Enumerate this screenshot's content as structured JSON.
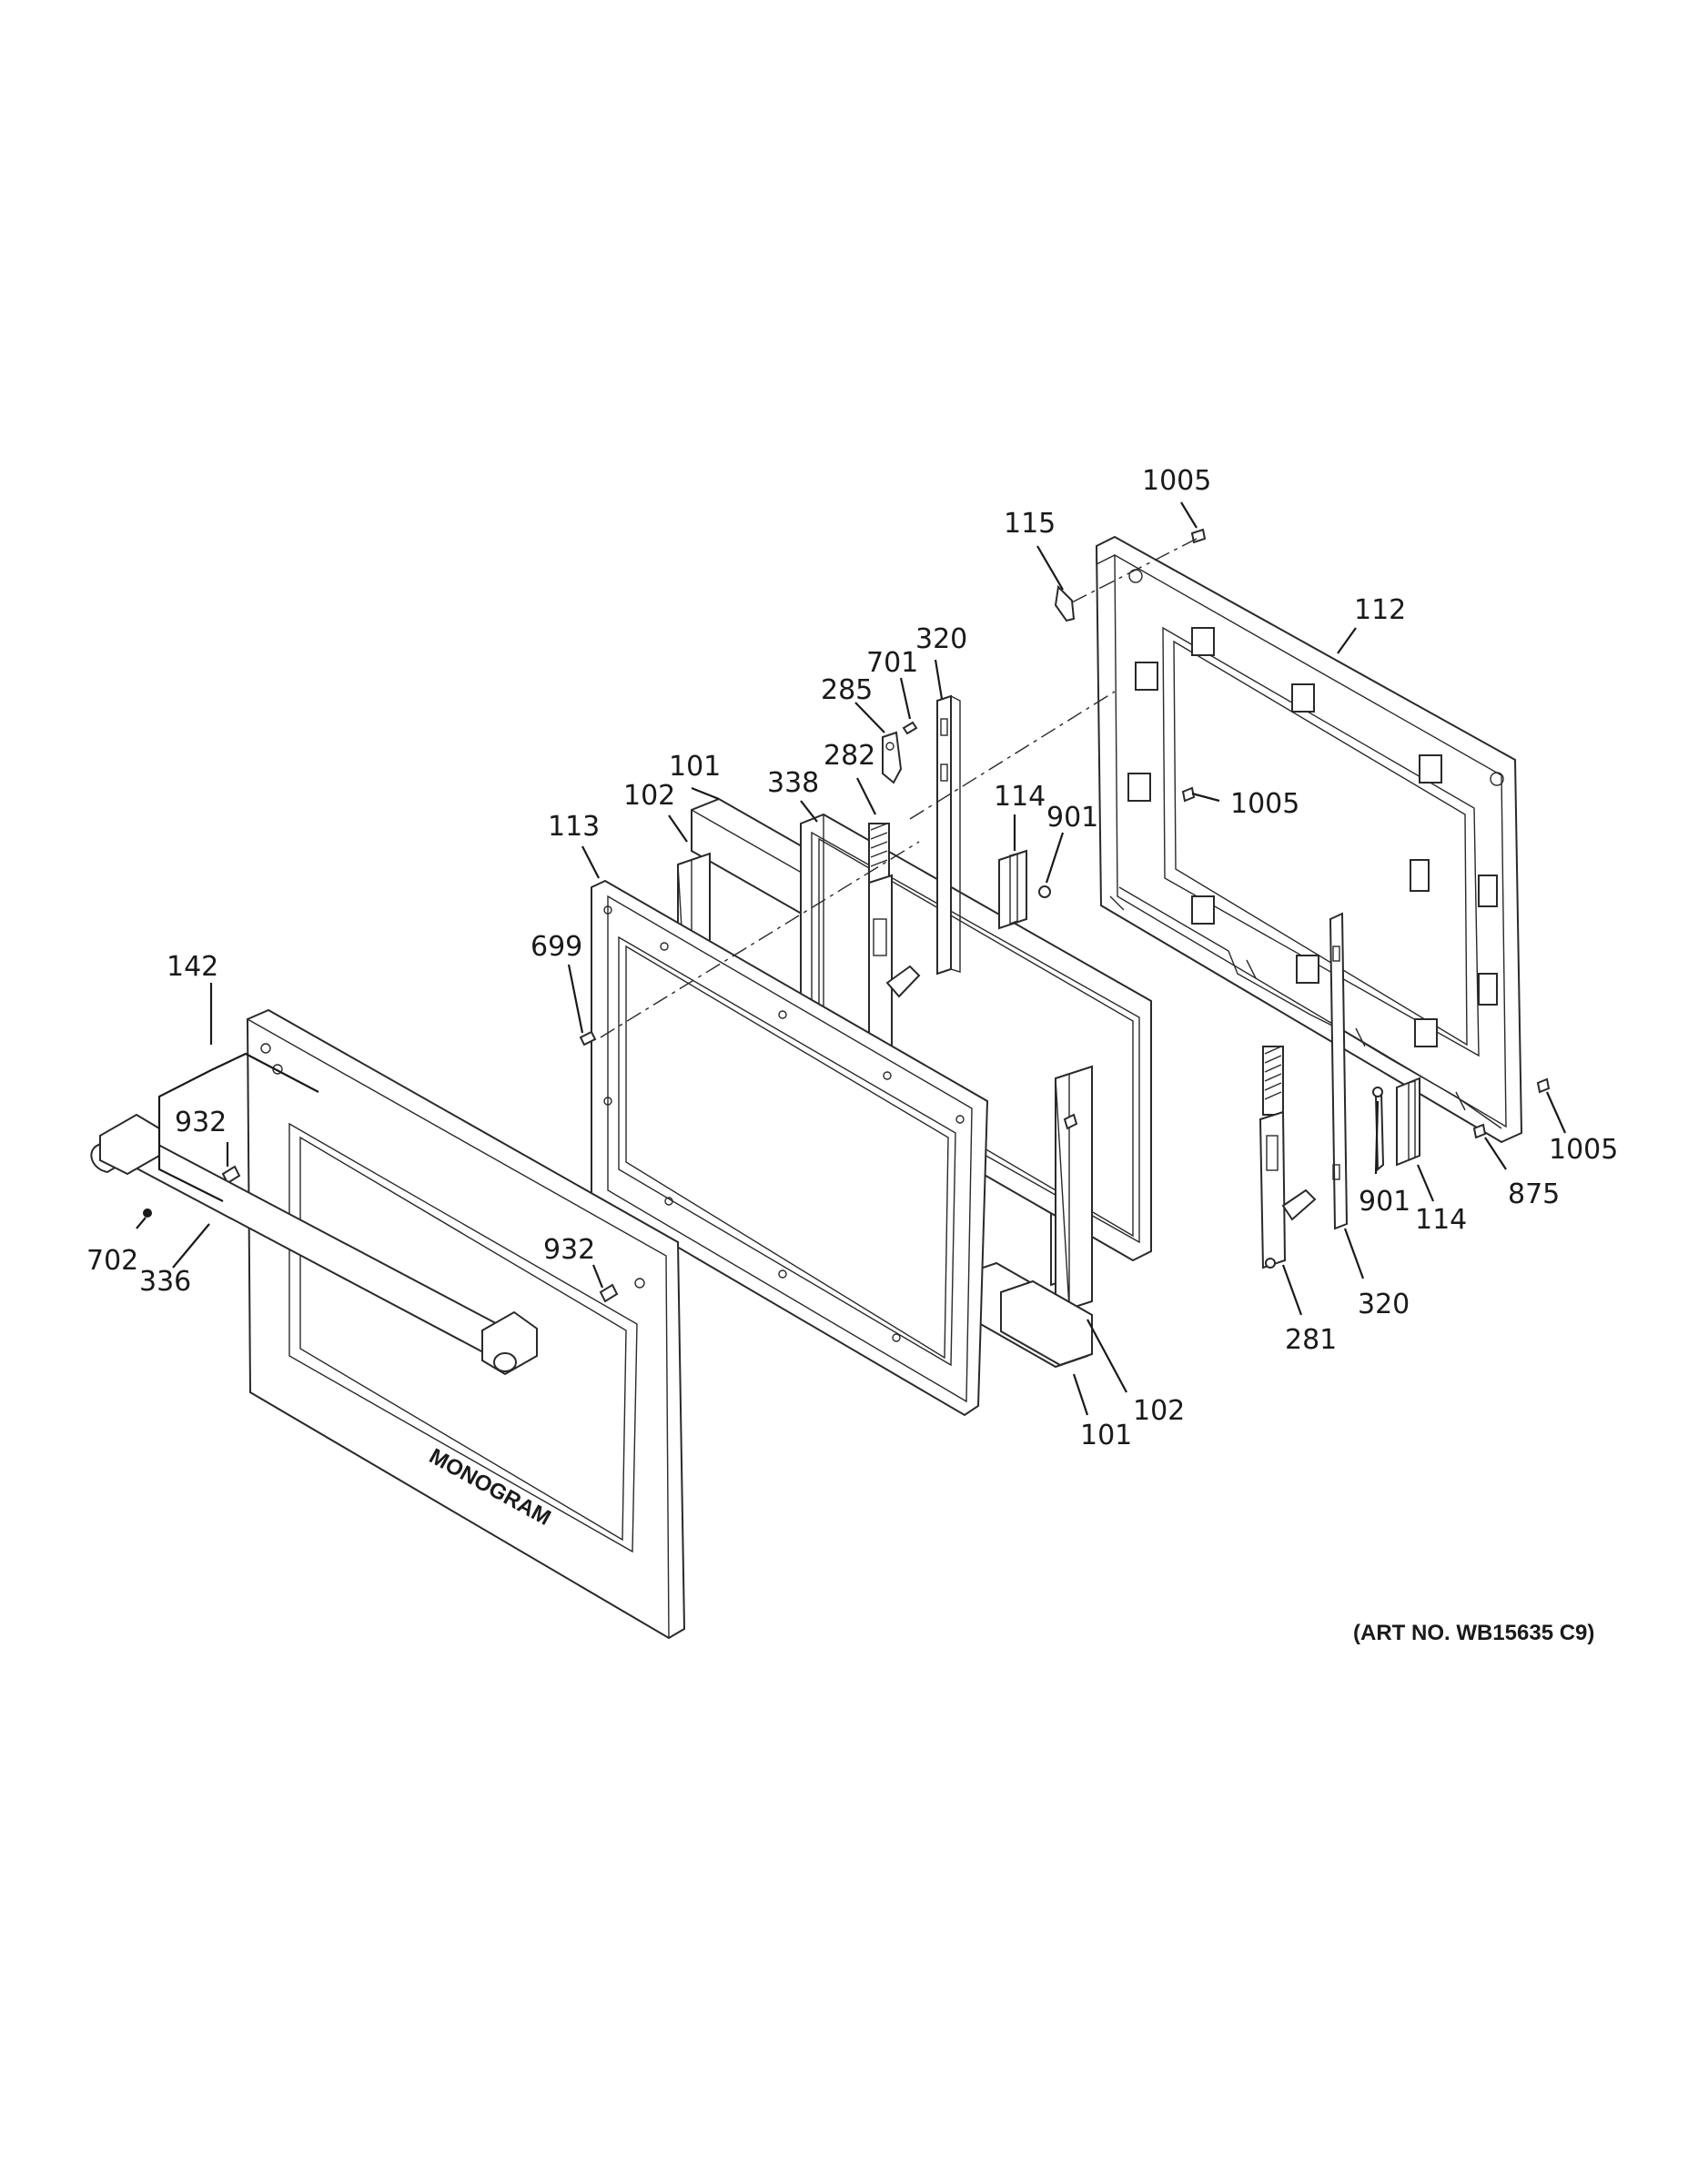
{
  "art_number": "(ART NO. WB15635 C9)",
  "brand_mark": "MONOGRAM",
  "callouts": [
    {
      "id": "c1005a",
      "text": "1005"
    },
    {
      "id": "c115",
      "text": "115"
    },
    {
      "id": "c112",
      "text": "112"
    },
    {
      "id": "c320a",
      "text": "320"
    },
    {
      "id": "c701",
      "text": "701"
    },
    {
      "id": "c285",
      "text": "285"
    },
    {
      "id": "c282",
      "text": "282"
    },
    {
      "id": "c101a",
      "text": "101"
    },
    {
      "id": "c338",
      "text": "338"
    },
    {
      "id": "c102a",
      "text": "102"
    },
    {
      "id": "c114a",
      "text": "114"
    },
    {
      "id": "c901a",
      "text": "901"
    },
    {
      "id": "c1005b",
      "text": "1005"
    },
    {
      "id": "c113",
      "text": "113"
    },
    {
      "id": "c699",
      "text": "699"
    },
    {
      "id": "c142",
      "text": "142"
    },
    {
      "id": "c932a",
      "text": "932"
    },
    {
      "id": "c702",
      "text": "702"
    },
    {
      "id": "c336",
      "text": "336"
    },
    {
      "id": "c932b",
      "text": "932"
    },
    {
      "id": "c1005c",
      "text": "1005"
    },
    {
      "id": "c875",
      "text": "875"
    },
    {
      "id": "c901b",
      "text": "901"
    },
    {
      "id": "c114b",
      "text": "114"
    },
    {
      "id": "c320b",
      "text": "320"
    },
    {
      "id": "c281",
      "text": "281"
    },
    {
      "id": "c102b",
      "text": "102"
    },
    {
      "id": "c101b",
      "text": "101"
    }
  ]
}
